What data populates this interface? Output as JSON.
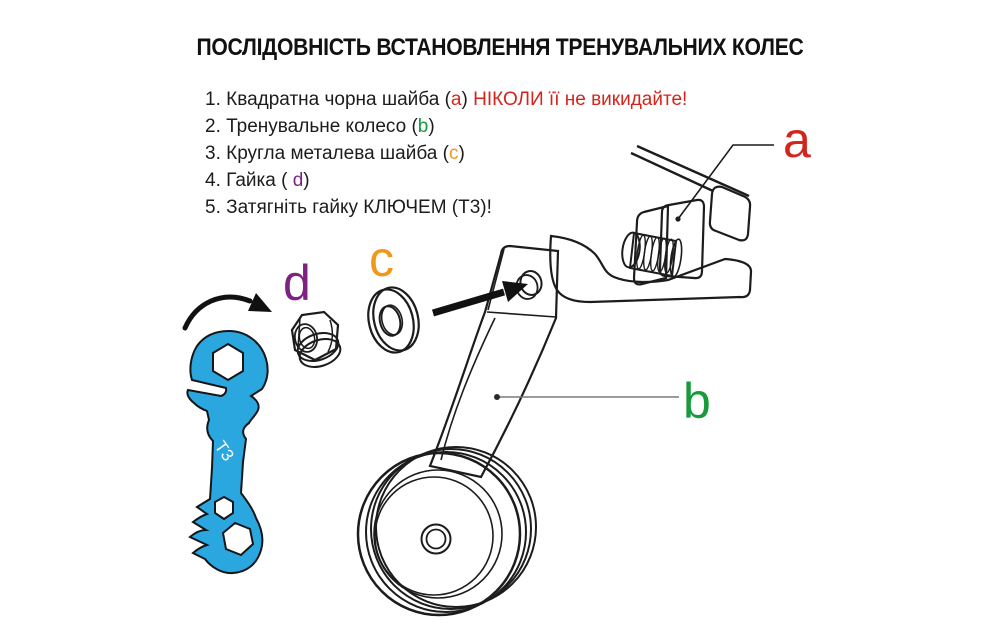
{
  "page": {
    "background": "#ffffff"
  },
  "title": "ПОСЛІДОВНІСТЬ ВСТАНОВЛЕННЯ ТРЕНУВАЛЬНИХ КОЛЕС",
  "steps": [
    {
      "prefix": "1. Квадратна чорна шайба (",
      "ref": "a",
      "ref_color": "#d3251c",
      "suffix": ") ",
      "warning": "НІКОЛИ її не викидайте!",
      "warning_color": "#d3251c"
    },
    {
      "prefix": "2. Тренувальне колесо (",
      "ref": "b",
      "ref_color": "#169a3b",
      "suffix": ")"
    },
    {
      "prefix": "3. Кругла металева шайба (",
      "ref": "c",
      "ref_color": "#f0981b",
      "suffix": ")"
    },
    {
      "prefix": "4. Гайка ( ",
      "ref": "d",
      "ref_color": "#7c2382",
      "suffix": ")"
    },
    {
      "prefix": "5. Затягніть гайку КЛЮЧЕМ (Т3)!"
    }
  ],
  "diagram": {
    "line_color": "#1c1c1c",
    "leader_color": "#7a7a7a",
    "labels": {
      "a": {
        "text": "a",
        "color": "#d3251c"
      },
      "b": {
        "text": "b",
        "color": "#169a3b"
      },
      "c": {
        "text": "c",
        "color": "#f0981b"
      },
      "d": {
        "text": "d",
        "color": "#7c2382"
      }
    },
    "wrench": {
      "label": "Т3",
      "color": "#2ba7e0",
      "label_color": "#ffffff"
    }
  }
}
